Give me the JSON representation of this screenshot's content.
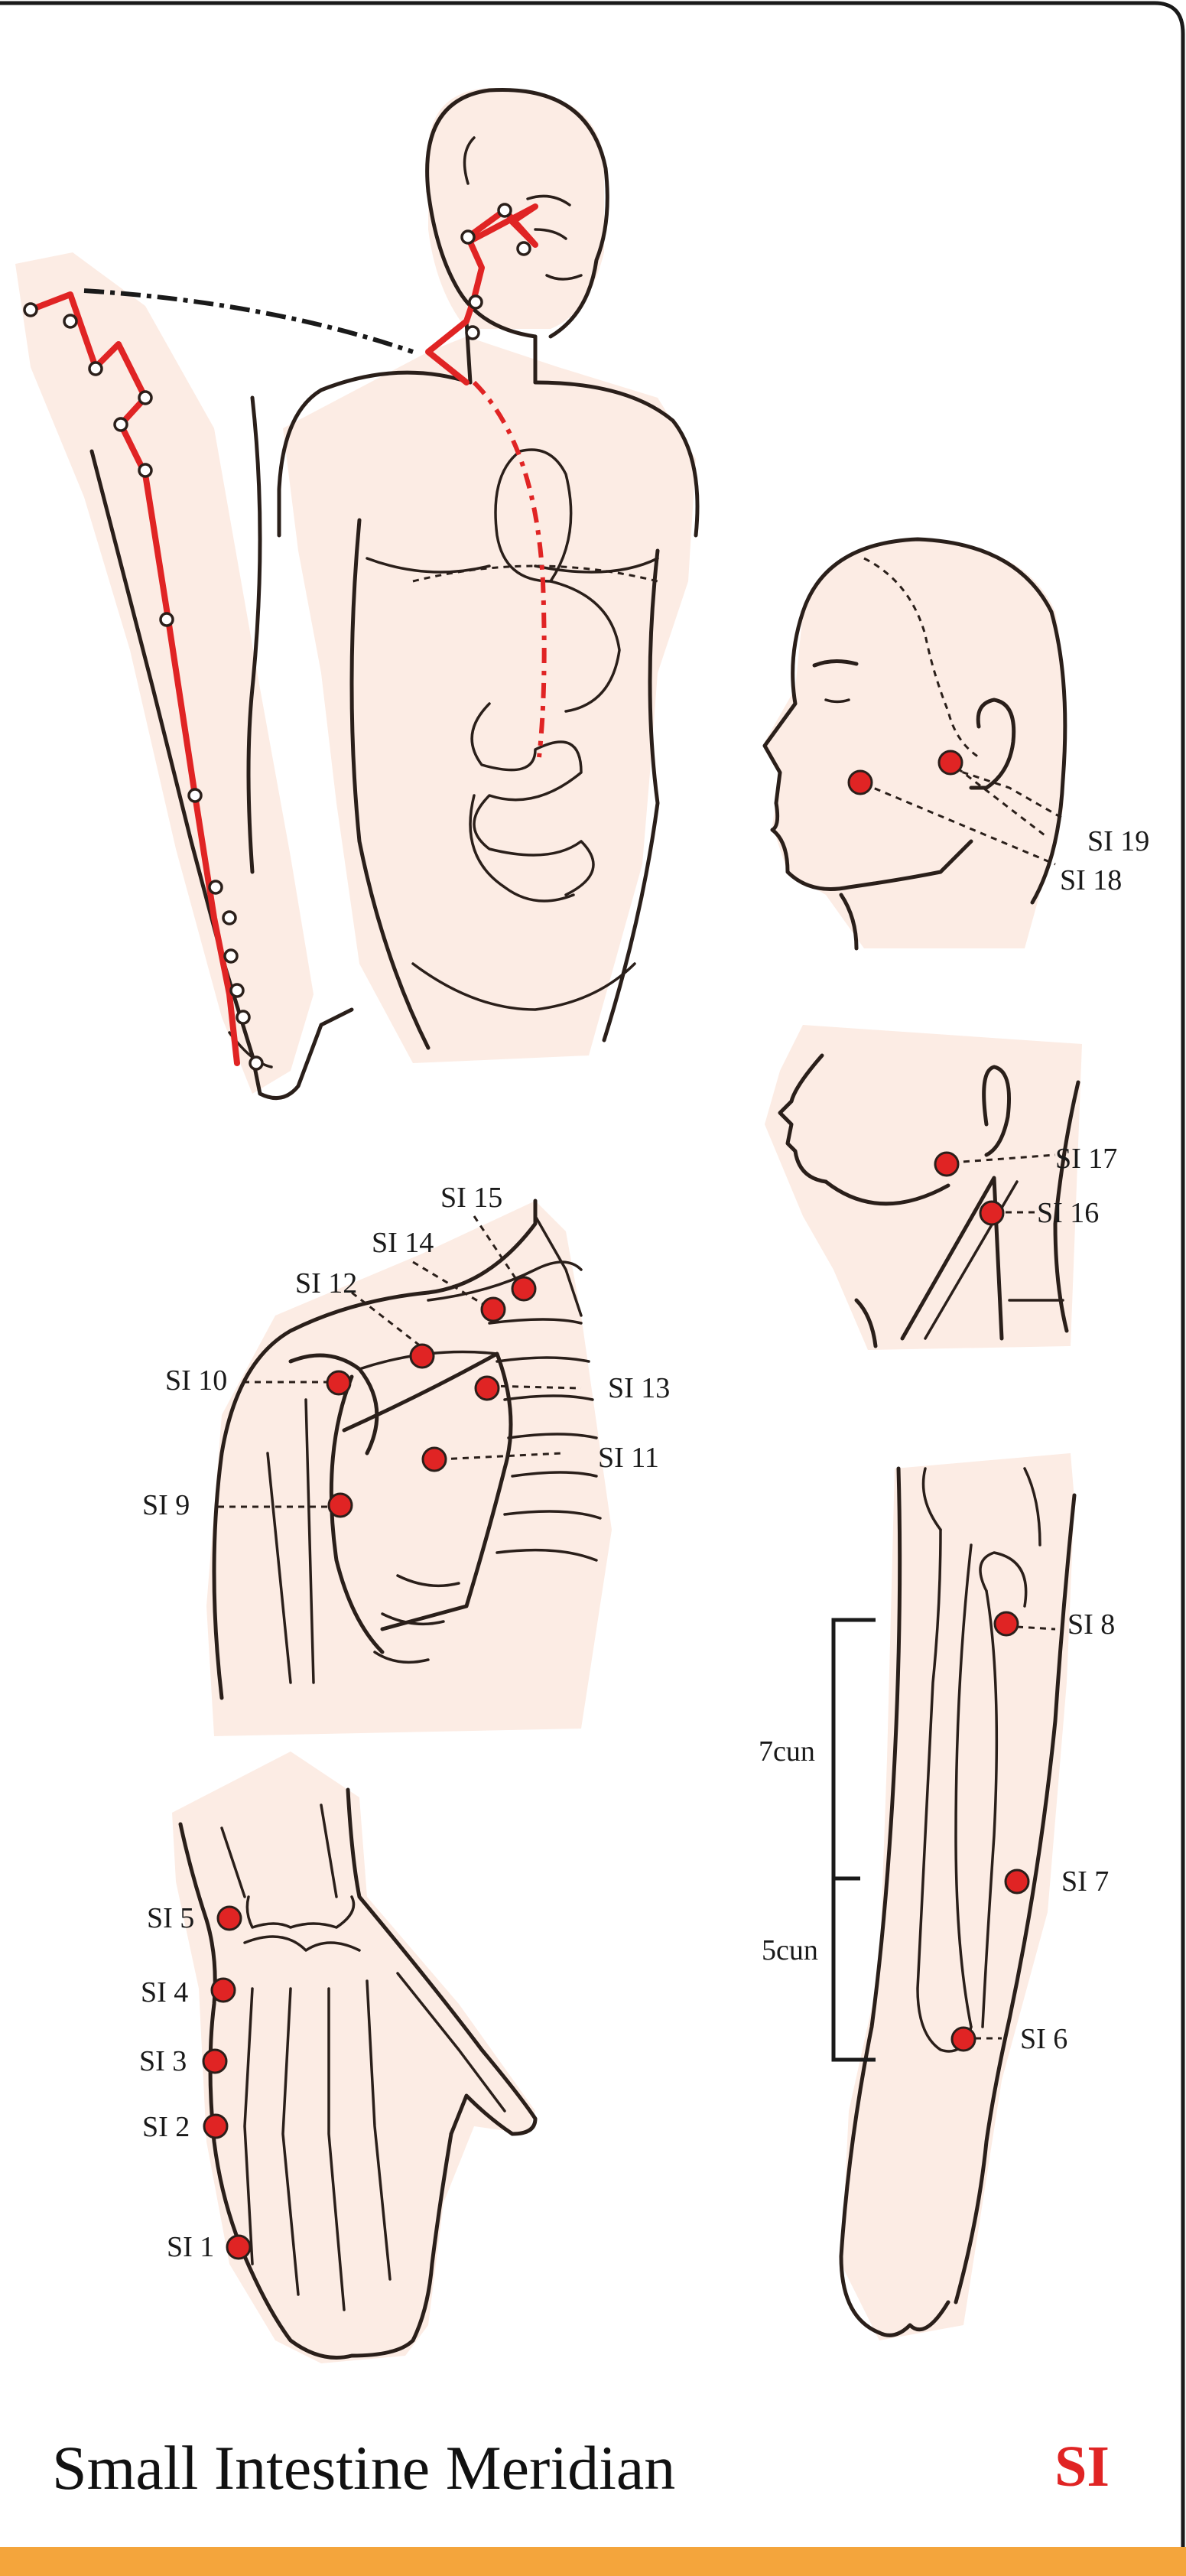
{
  "title": "Small Intestine Meridian",
  "code": "SI",
  "colors": {
    "point": "#e02424",
    "skin": "#fcece4",
    "code": "#e02424",
    "bottom_bar": "#f4a53c",
    "frame": "#1a1a1a"
  },
  "labels": {
    "si1": "SI 1",
    "si2": "SI 2",
    "si3": "SI 3",
    "si4": "SI 4",
    "si5": "SI 5",
    "si6": "SI 6",
    "si7": "SI 7",
    "si8": "SI 8",
    "si9": "SI 9",
    "si10": "SI 10",
    "si11": "SI 11",
    "si12": "SI 12",
    "si13": "SI 13",
    "si14": "SI 14",
    "si15": "SI 15",
    "si16": "SI 16",
    "si17": "SI 17",
    "si18": "SI 18",
    "si19": "SI 19"
  },
  "measures": {
    "upper": "7cun",
    "lower": "5cun"
  }
}
